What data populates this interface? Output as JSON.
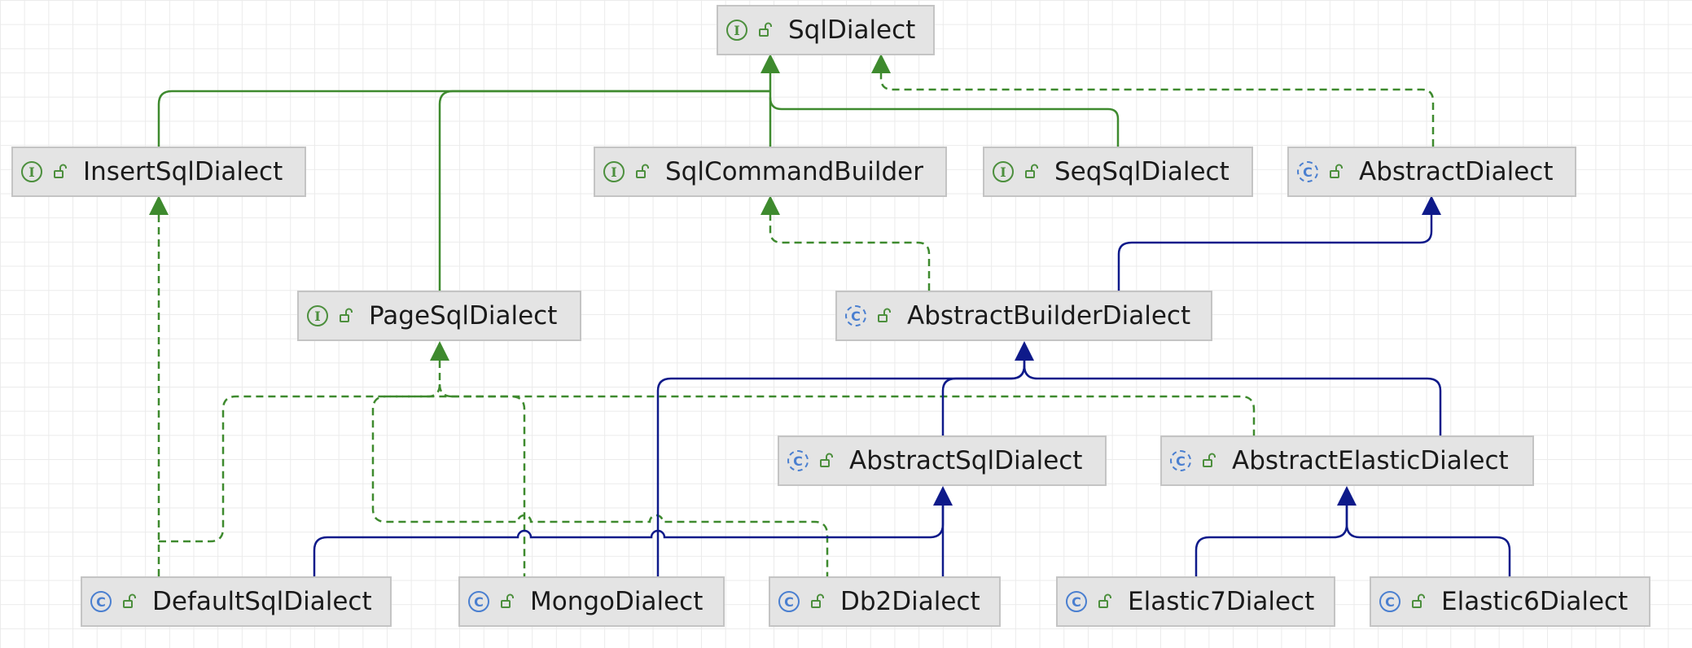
{
  "colors": {
    "implements": "#3e8a2e",
    "extends": "#0e1a8a",
    "node_fill": "#e4e4e4",
    "node_border": "#c4c4c4"
  },
  "nodes": {
    "SqlDialect": {
      "label": "SqlDialect",
      "kind": "interface",
      "badge": "I"
    },
    "InsertSqlDialect": {
      "label": "InsertSqlDialect",
      "kind": "interface",
      "badge": "I"
    },
    "SqlCommandBuilder": {
      "label": "SqlCommandBuilder",
      "kind": "interface",
      "badge": "I"
    },
    "SeqSqlDialect": {
      "label": "SeqSqlDialect",
      "kind": "interface",
      "badge": "I"
    },
    "AbstractDialect": {
      "label": "AbstractDialect",
      "kind": "abstract",
      "badge": "C"
    },
    "PageSqlDialect": {
      "label": "PageSqlDialect",
      "kind": "interface",
      "badge": "I"
    },
    "AbstractBuilderDialect": {
      "label": "AbstractBuilderDialect",
      "kind": "abstract",
      "badge": "C"
    },
    "AbstractSqlDialect": {
      "label": "AbstractSqlDialect",
      "kind": "abstract",
      "badge": "C"
    },
    "AbstractElasticDialect": {
      "label": "AbstractElasticDialect",
      "kind": "abstract",
      "badge": "C"
    },
    "DefaultSqlDialect": {
      "label": "DefaultSqlDialect",
      "kind": "class",
      "badge": "C"
    },
    "MongoDialect": {
      "label": "MongoDialect",
      "kind": "class",
      "badge": "C"
    },
    "Db2Dialect": {
      "label": "Db2Dialect",
      "kind": "class",
      "badge": "C"
    },
    "Elastic7Dialect": {
      "label": "Elastic7Dialect",
      "kind": "class",
      "badge": "C"
    },
    "Elastic6Dialect": {
      "label": "Elastic6Dialect",
      "kind": "class",
      "badge": "C"
    }
  },
  "relations": [
    {
      "from": "InsertSqlDialect",
      "to": "SqlDialect",
      "type": "extends-interface"
    },
    {
      "from": "PageSqlDialect",
      "to": "SqlDialect",
      "type": "extends-interface"
    },
    {
      "from": "SqlCommandBuilder",
      "to": "SqlDialect",
      "type": "extends-interface"
    },
    {
      "from": "SeqSqlDialect",
      "to": "SqlDialect",
      "type": "extends-interface"
    },
    {
      "from": "AbstractDialect",
      "to": "SqlDialect",
      "type": "implements"
    },
    {
      "from": "AbstractBuilderDialect",
      "to": "SqlCommandBuilder",
      "type": "implements"
    },
    {
      "from": "AbstractBuilderDialect",
      "to": "AbstractDialect",
      "type": "extends"
    },
    {
      "from": "AbstractSqlDialect",
      "to": "AbstractBuilderDialect",
      "type": "extends"
    },
    {
      "from": "AbstractElasticDialect",
      "to": "AbstractBuilderDialect",
      "type": "extends"
    },
    {
      "from": "MongoDialect",
      "to": "AbstractBuilderDialect",
      "type": "extends"
    },
    {
      "from": "AbstractElasticDialect",
      "to": "PageSqlDialect",
      "type": "implements"
    },
    {
      "from": "DefaultSqlDialect",
      "to": "PageSqlDialect",
      "type": "implements"
    },
    {
      "from": "MongoDialect",
      "to": "PageSqlDialect",
      "type": "implements"
    },
    {
      "from": "Db2Dialect",
      "to": "PageSqlDialect",
      "type": "implements"
    },
    {
      "from": "DefaultSqlDialect",
      "to": "InsertSqlDialect",
      "type": "implements"
    },
    {
      "from": "DefaultSqlDialect",
      "to": "AbstractSqlDialect",
      "type": "extends"
    },
    {
      "from": "Db2Dialect",
      "to": "AbstractSqlDialect",
      "type": "extends"
    },
    {
      "from": "Elastic7Dialect",
      "to": "AbstractElasticDialect",
      "type": "extends"
    },
    {
      "from": "Elastic6Dialect",
      "to": "AbstractElasticDialect",
      "type": "extends"
    }
  ]
}
